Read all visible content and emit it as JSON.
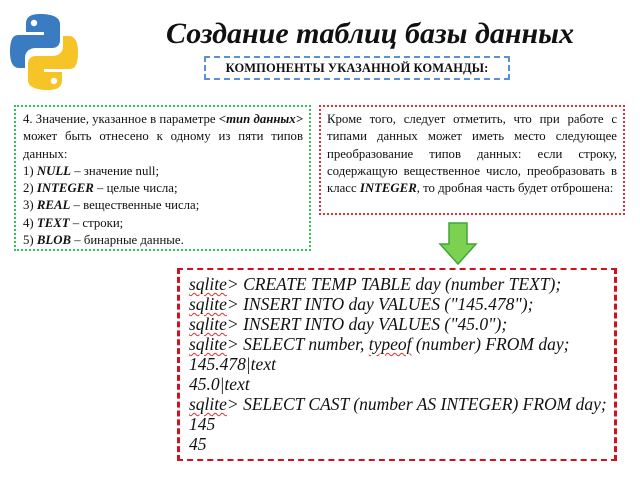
{
  "header": {
    "title": "Создание таблиц базы данных",
    "subtitle": "КОМПОНЕНТЫ УКАЗАННОЙ КОМАНДЫ:",
    "logo_icon": "python-logo-icon",
    "colors": {
      "logo_blue": "#3a7cc2",
      "logo_yellow": "#f7c427",
      "subtitle_border": "#5b8fd6"
    }
  },
  "left_panel": {
    "intro_prefix": "4. Значение, указанное в параметре ",
    "intro_param": "<тип данных>",
    "intro_suffix": " может быть отнесено к одному из пяти типов данных:",
    "types": [
      {
        "num": "1)",
        "name": "NULL",
        "desc": " – значение null;"
      },
      {
        "num": "2)",
        "name": "INTEGER",
        "desc": " – целые числа;"
      },
      {
        "num": "3)",
        "name": "REAL",
        "desc": " – вещественные числа;"
      },
      {
        "num": "4)",
        "name": "TEXT",
        "desc": " – строки;"
      },
      {
        "num": "5)",
        "name": "BLOB",
        "desc": " – бинарные данные."
      }
    ],
    "border_color": "#33c25a"
  },
  "right_panel": {
    "text_before": "Кроме того, следует отметить, что при работе с типами данных может иметь место следующее преобразование типов данных: если строку, содержащую вещественное число, преобразовать в класс ",
    "keyword": "INTEGER",
    "text_after": ", то дробная часть будет отброшена:",
    "border_color": "#e0303a"
  },
  "arrow": {
    "icon": "down-arrow-icon",
    "fill": "#7dd151",
    "stroke": "#3fa63a"
  },
  "code": {
    "prompt": "sqlite",
    "lines": [
      {
        "prompt": "sqlite",
        "text": "> CREATE TEMP TABLE day (number TEXT);"
      },
      {
        "prompt": "sqlite",
        "text": "> INSERT INTO day VALUES (\"145.478\");"
      },
      {
        "prompt": "sqlite",
        "text": "> INSERT INTO day VALUES (\"45.0\");"
      },
      {
        "prompt": "sqlite",
        "pre": "> SELECT number, ",
        "squig": "typeof",
        "text": " (number) FROM day;"
      },
      {
        "text": "145.478|text"
      },
      {
        "text": "45.0|text"
      },
      {
        "prompt": "sqlite",
        "text": "> SELECT CAST (number AS INTEGER) FROM day;"
      },
      {
        "text": "145"
      },
      {
        "text": "45"
      }
    ],
    "border_color": "#d0121f"
  }
}
